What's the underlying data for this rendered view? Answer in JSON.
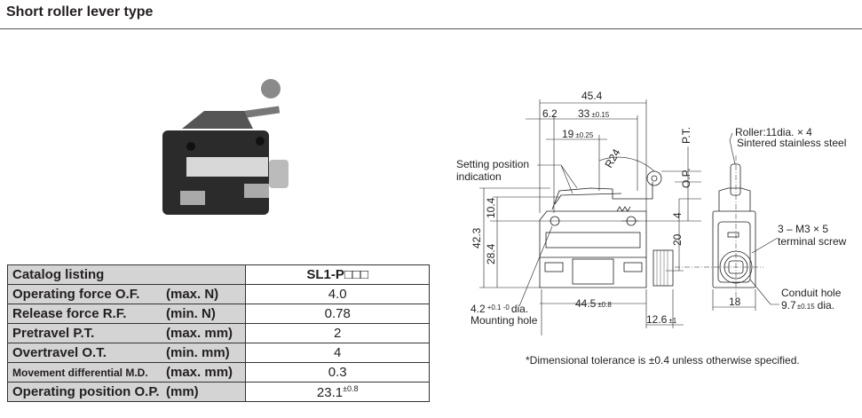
{
  "header": {
    "title": "Short roller lever type"
  },
  "table": {
    "header": {
      "label": "Catalog listing",
      "value": "SL1-P□□□"
    },
    "rows": [
      {
        "label": "Operating force O.F.",
        "unit": "(max. N)",
        "value": "4.0"
      },
      {
        "label": "Release force R.F.",
        "unit": "(min. N)",
        "value": "0.78"
      },
      {
        "label": "Pretravel P.T.",
        "unit": "(max. mm)",
        "value": "2"
      },
      {
        "label": "Overtravel O.T.",
        "unit": "(min. mm)",
        "value": "4"
      },
      {
        "label": "Movement differential M.D.",
        "unit": "(max. mm)",
        "value": "0.3"
      },
      {
        "label": "Operating position O.P.",
        "unit": "(mm)",
        "value": "23.1",
        "tolerance": "±0.8"
      }
    ]
  },
  "drawing": {
    "dim_45_4": "45.4",
    "dim_6_2": "6.2",
    "dim_33": "33",
    "dim_33_tol": "±0.15",
    "dim_19": "19",
    "dim_19_tol": "±0.25",
    "dim_r24": "R24",
    "setting_1": "Setting position",
    "setting_2": "indication",
    "dim_10_4": "10.4",
    "dim_42_3": "42.3",
    "dim_28_4": "28.4",
    "dim_4": "4",
    "dim_20": "20",
    "pt": "P.T.",
    "op": "O.P.",
    "roller_1": "Roller:11dia. × 4",
    "roller_2": "Sintered stainless steel",
    "screw_1": "3 – M3 × 5",
    "screw_2": "terminal screw",
    "conduit_1": "Conduit hole",
    "conduit_2": "9.7",
    "conduit_tol": "±0.15",
    "conduit_3": "dia.",
    "dim_18": "18",
    "dim_44_5": "44.5",
    "dim_44_5_tol": "±0.8",
    "dim_12_6": "12.6",
    "dim_12_6_tol": "±1",
    "hole_1": "4.2",
    "hole_tol": "+0.1 -0",
    "hole_2": "dia.",
    "hole_3": "Mounting hole"
  },
  "footnote": "*Dimensional tolerance is ±0.4 unless otherwise specified."
}
